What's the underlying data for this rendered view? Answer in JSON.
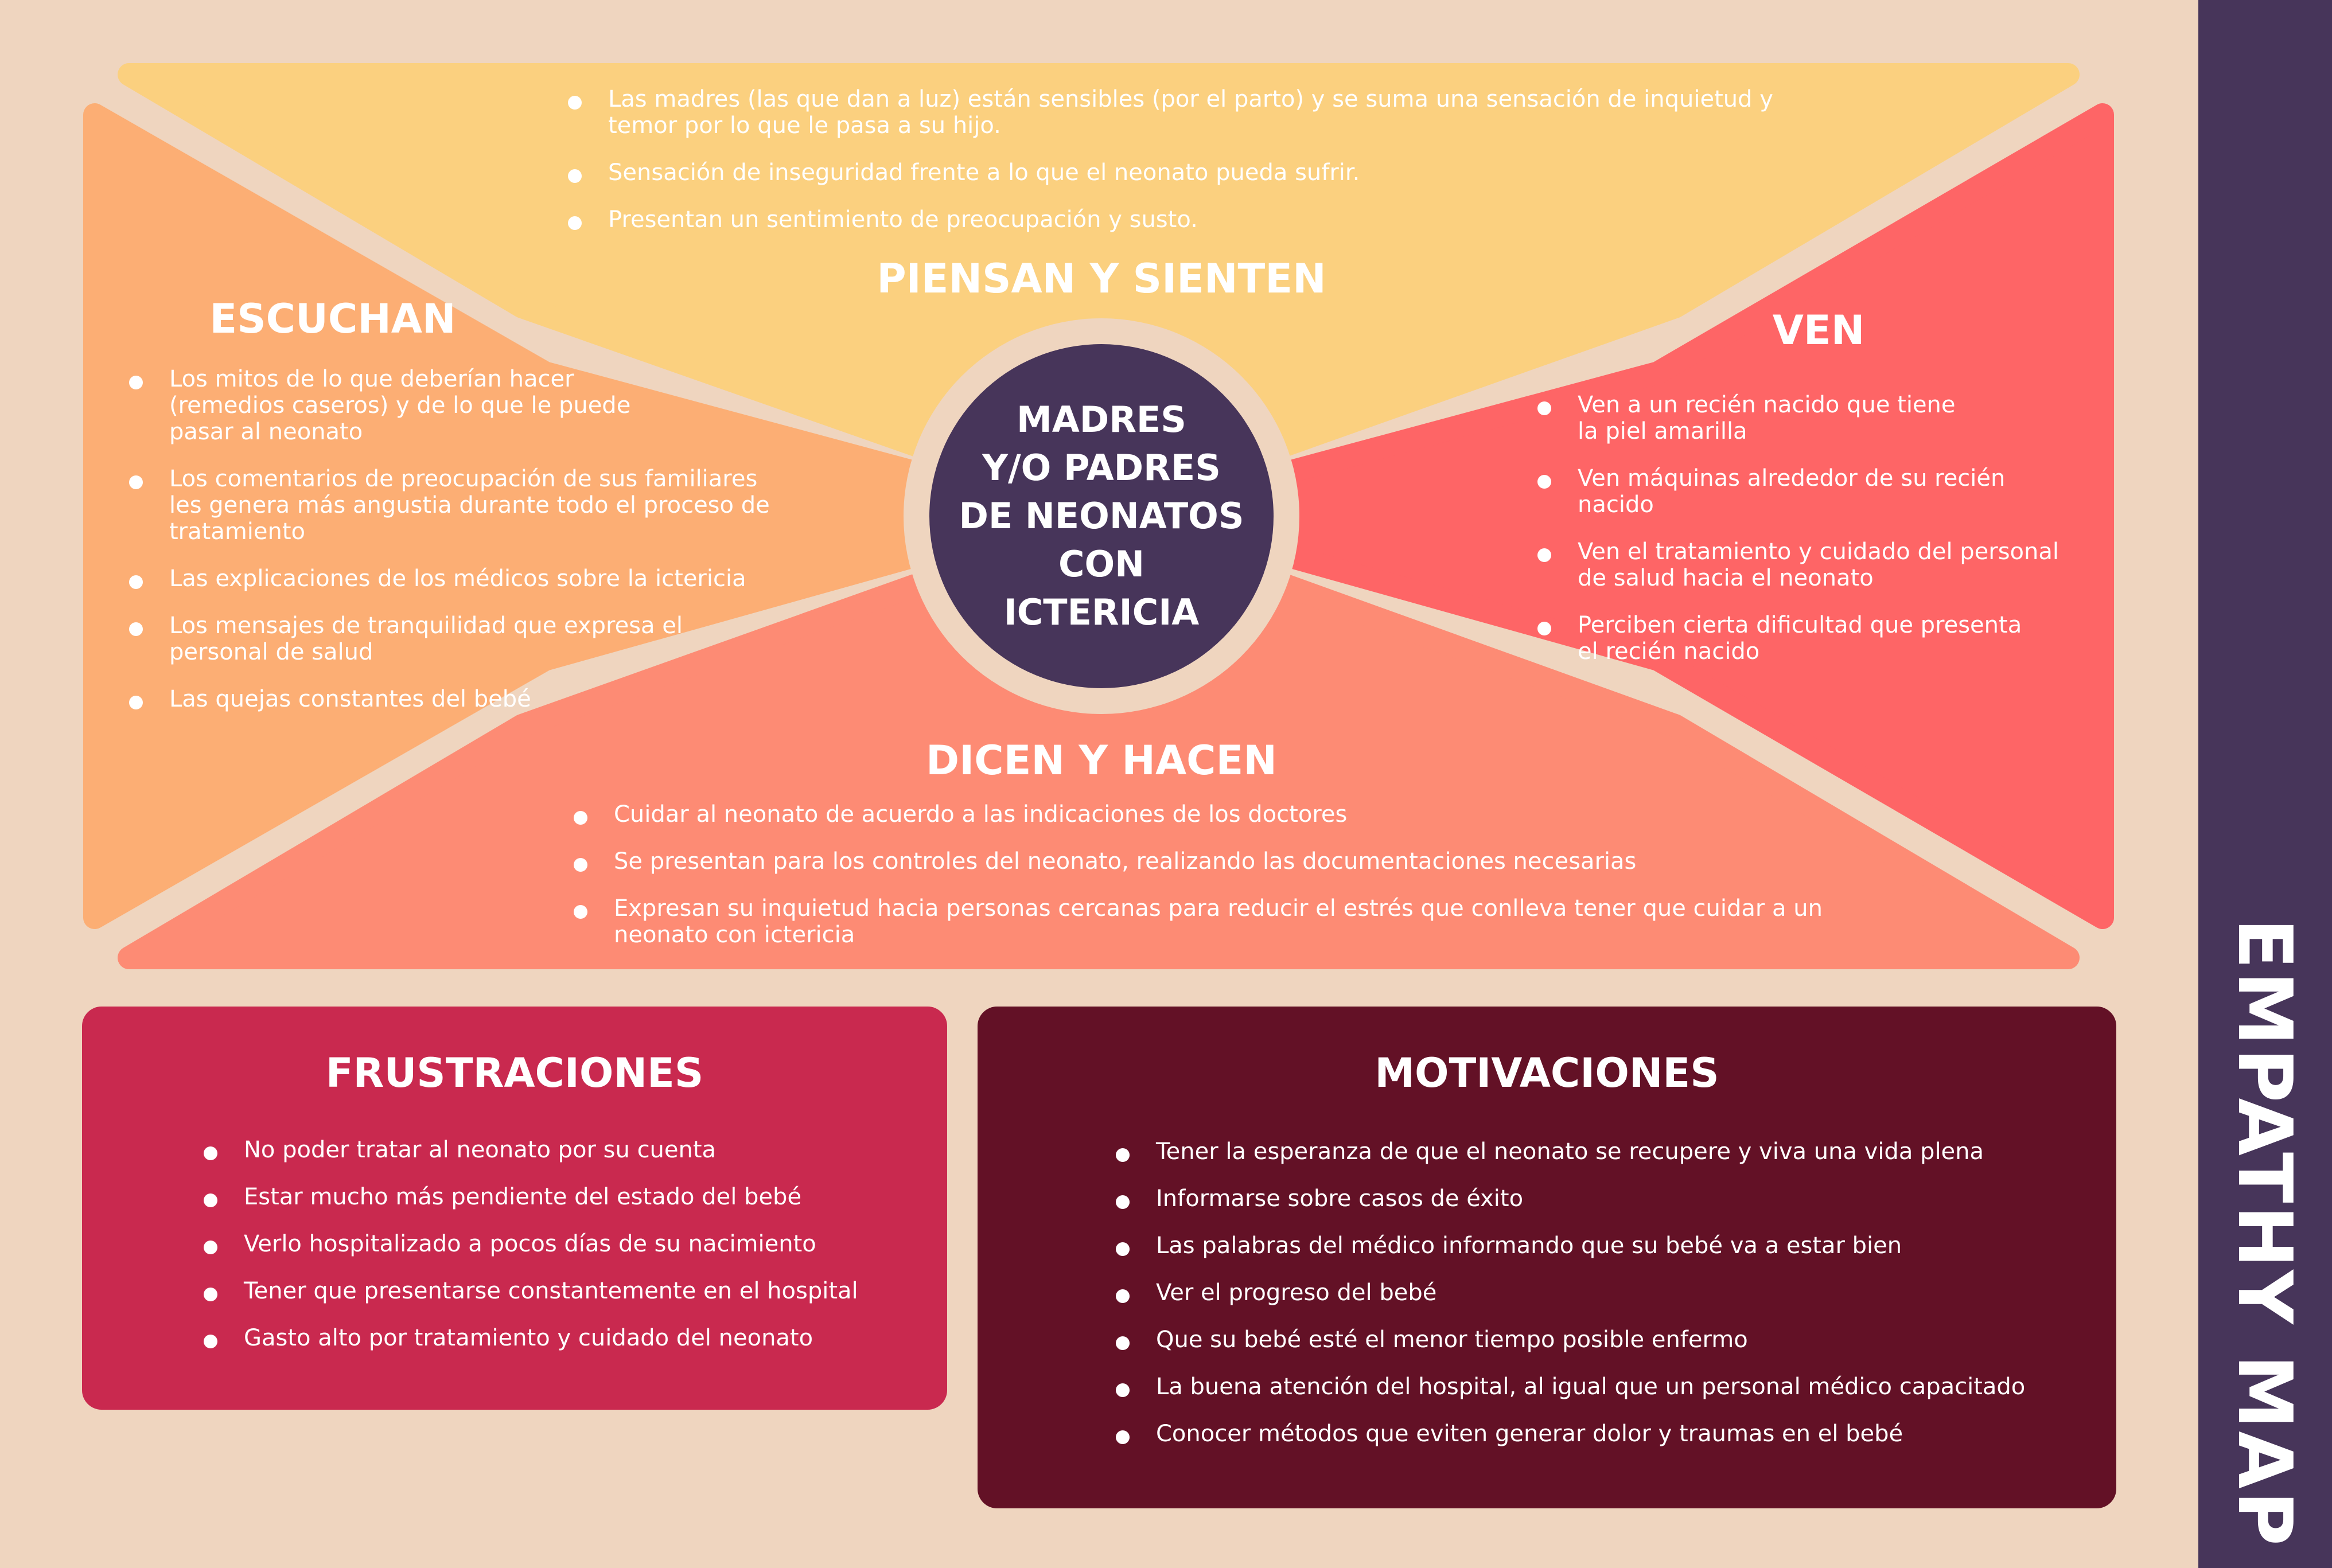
{
  "title": "EMPATHY MAP",
  "center": {
    "lines": [
      "MADRES",
      "Y/O PADRES",
      "DE NEONATOS",
      "CON",
      "ICTERICIA"
    ]
  },
  "colors": {
    "background": "#efd5bf",
    "piensan": "#fbd07f",
    "escuchan": "#fcae74",
    "ven": "#fe6566",
    "dicen": "#fd8b74",
    "frustraciones": "#c9294f",
    "motivaciones": "#631126",
    "center": "#47355a",
    "sidebar": "#47355a"
  },
  "piensan": {
    "heading": "PIENSAN Y SIENTEN",
    "items": [
      "Las madres (las que dan a luz) están sensibles (por el parto) y se suma una sensación de inquietud y temor por lo que le pasa a su hijo.",
      "Sensación de inseguridad frente a lo que el neonato pueda sufrir.",
      "Presentan un sentimiento de preocupación y susto."
    ]
  },
  "escuchan": {
    "heading": "ESCUCHAN",
    "items": [
      "Los mitos de lo que deberían hacer (remedios caseros) y de lo que le puede pasar al neonato",
      "Los comentarios de preocupación de sus familiares les genera más angustia durante todo el proceso de tratamiento",
      "Las explicaciones de los médicos sobre la ictericia",
      "Los mensajes de tranquilidad que expresa el personal de salud",
      "Las quejas constantes del bebé"
    ]
  },
  "ven": {
    "heading": "VEN",
    "items": [
      "Ven a un recién nacido que tiene la piel amarilla",
      "Ven máquinas alrededor de su recién nacido",
      "Ven el tratamiento y cuidado del personal de salud hacia el neonato",
      "Perciben cierta dificultad que presenta el recién nacido"
    ]
  },
  "dicen": {
    "heading": "DICEN Y HACEN",
    "items": [
      "Cuidar al neonato de acuerdo a las indicaciones de los doctores",
      "Se presentan para los controles del neonato, realizando las documentaciones necesarias",
      "Expresan su inquietud hacia personas cercanas para reducir el estrés que conlleva tener que cuidar a un neonato con ictericia"
    ]
  },
  "frustraciones": {
    "heading": "FRUSTRACIONES",
    "items": [
      "No poder tratar al neonato por su cuenta",
      "Estar mucho más pendiente del estado del bebé",
      "Verlo hospitalizado a pocos días de su nacimiento",
      "Tener que presentarse constantemente en el hospital",
      "Gasto alto por tratamiento y cuidado del neonato"
    ]
  },
  "motivaciones": {
    "heading": "MOTIVACIONES",
    "items": [
      "Tener la esperanza de que el neonato se recupere y viva una vida plena",
      "Informarse sobre casos de éxito",
      "Las palabras del médico informando que su bebé va a estar bien",
      "Ver el progreso del bebé",
      "Que su bebé esté el menor tiempo posible enfermo",
      "La buena atención del hospital, al igual que un personal médico capacitado",
      "Conocer métodos que eviten generar dolor y traumas en el bebé"
    ]
  }
}
